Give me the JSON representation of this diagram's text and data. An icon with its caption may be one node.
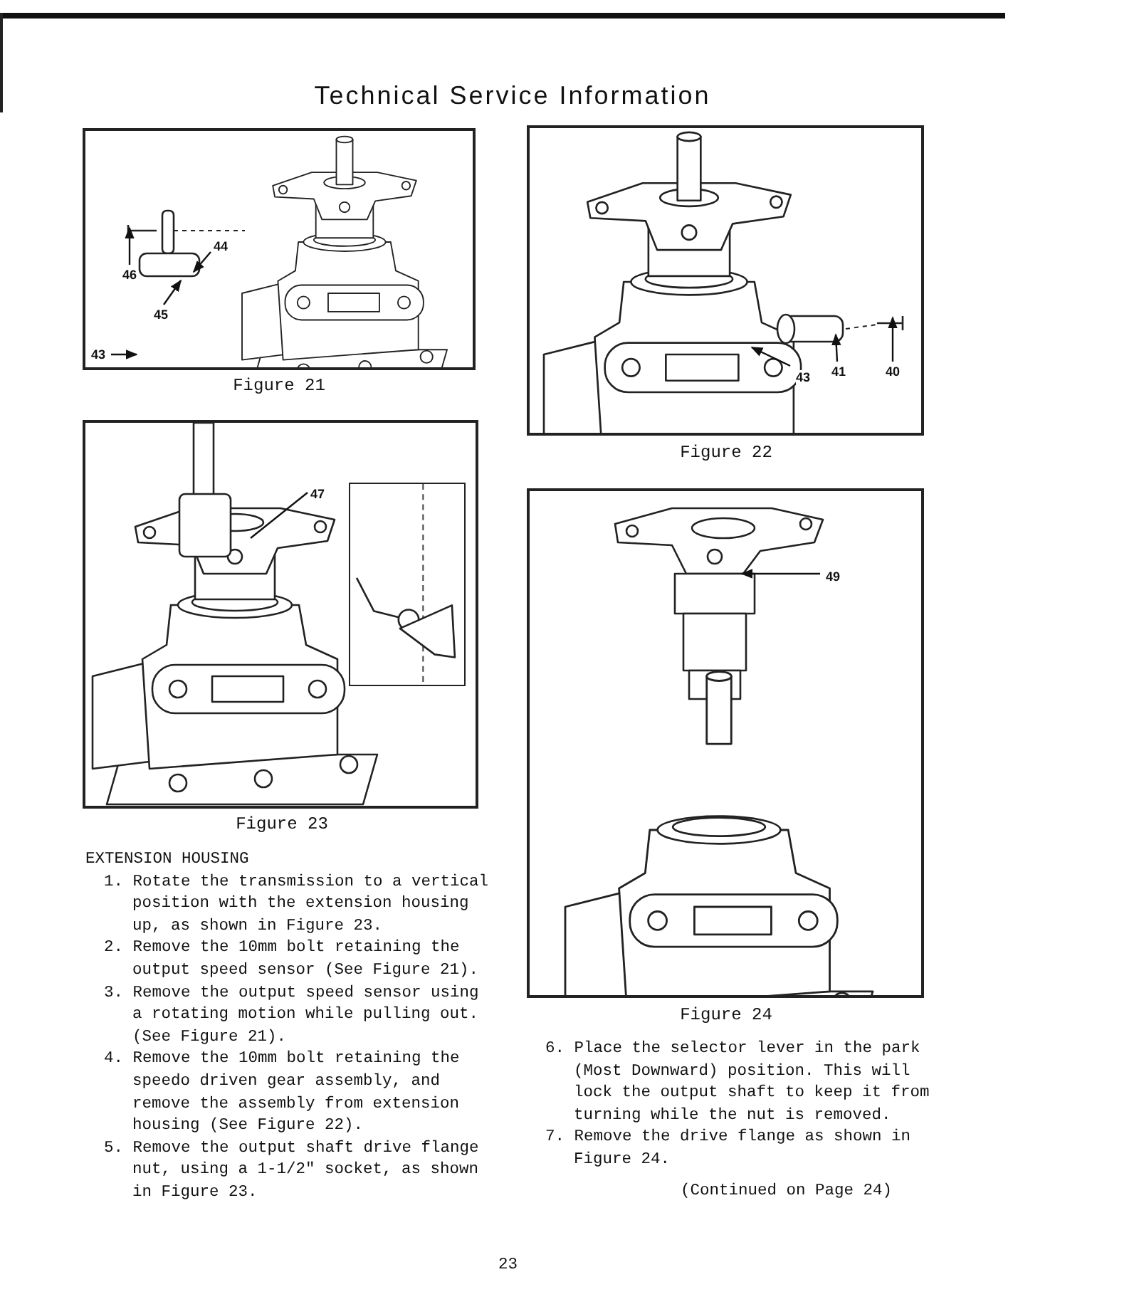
{
  "diagram": {
    "title": "Technical Service Information",
    "nodes": [
      {
        "text": [],
        "shape": "picture",
        "beside": [
          "Figure 21"
        ]
      },
      {
        "text": [
          "46"
        ],
        "in": 0
      },
      {
        "text": [
          "44"
        ],
        "in": 0
      },
      {
        "text": [
          "45"
        ],
        "in": 0
      },
      {
        "text": [
          "43"
        ],
        "in": 0
      },
      {
        "text": [],
        "shape": "picture",
        "beside": [
          "Figure 22"
        ]
      },
      {
        "text": [
          "43"
        ],
        "in": 5
      },
      {
        "text": [
          "41"
        ],
        "in": 5
      },
      {
        "text": [
          "40"
        ],
        "in": 5
      },
      {
        "text": [],
        "shape": "picture",
        "beside": [
          "Figure 23"
        ]
      },
      {
        "text": [
          "47"
        ],
        "in": 9
      },
      {
        "text": [],
        "shape": "picture",
        "in": 9
      },
      {
        "text": [],
        "shape": "picture",
        "beside": [
          "Figure 24"
        ]
      },
      {
        "text": [
          "49"
        ],
        "in": 12
      }
    ],
    "edges": [
      {
        "from": 1,
        "to": null,
        "arrow": "to"
      },
      {
        "from": 2,
        "to": null,
        "arrow": "to"
      },
      {
        "from": 3,
        "to": null,
        "arrow": "to"
      },
      {
        "from": 4,
        "to": null,
        "arrow": "to"
      },
      {
        "from": 6,
        "to": null,
        "arrow": "to"
      },
      {
        "from": 7,
        "to": null,
        "arrow": "to"
      },
      {
        "from": 8,
        "to": null,
        "arrow": "to"
      },
      {
        "from": 10,
        "to": null,
        "arrow": "none"
      },
      {
        "from": 13,
        "to": null,
        "arrow": "to"
      }
    ],
    "labels": [
      "EXTENSION HOUSING",
      "1. Rotate the transmission to a vertical position with the extension housing up, as shown in Figure 23.",
      "2. Remove the 10mm bolt retaining the output speed sensor (See Figure 21).",
      "3. Remove the output speed sensor using a rotating motion while pulling out. (See Figure 21).",
      "4. Remove the 10mm bolt retaining the speedo driven gear assembly, and remove the assembly from extension housing (See Figure 22).",
      "5. Remove the output shaft drive flange nut, using a 1-1/2\" socket, as shown in Figure 23.",
      "6. Place the selector lever in the park (Most Downward) position. This will lock the output shaft to keep it from turning while the nut is removed.",
      "7. Remove the drive flange as shown in Figure 24.",
      "(Continued on Page 24)",
      "23"
    ]
  }
}
